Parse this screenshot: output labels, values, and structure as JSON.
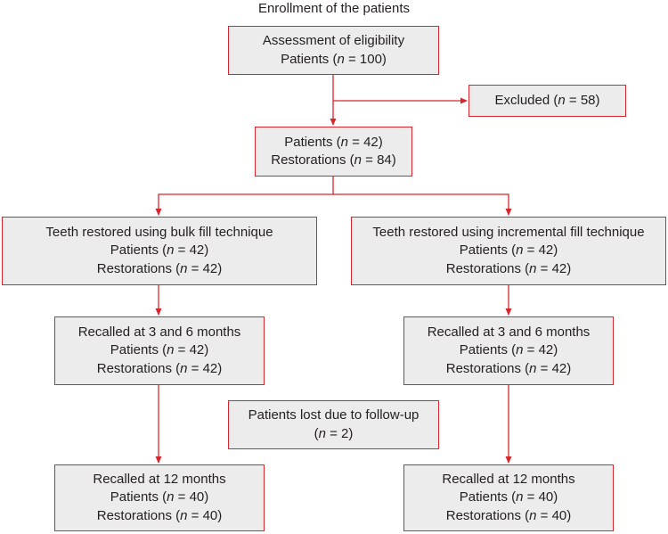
{
  "title": "Enrollment of the patients",
  "boxes": {
    "eligibility": {
      "line1": "Assessment of eligibility",
      "line2": {
        "pre": "Patients (",
        "n": "n",
        "post": " = 100)"
      }
    },
    "excluded": {
      "line1": {
        "pre": "Excluded (",
        "n": "n",
        "post": " = 58)"
      }
    },
    "enrolled": {
      "line1": {
        "pre": "Patients (",
        "n": "n",
        "post": " = 42)"
      },
      "line2": {
        "pre": "Restorations (",
        "n": "n",
        "post": " = 84)"
      }
    },
    "bulk": {
      "line1": "Teeth restored using bulk fill technique",
      "line2": {
        "pre": "Patients (",
        "n": "n",
        "post": " = 42)"
      },
      "line3": {
        "pre": "Restorations (",
        "n": "n",
        "post": " = 42)"
      }
    },
    "incremental": {
      "line1": "Teeth restored using incremental fill technique",
      "line2": {
        "pre": "Patients (",
        "n": "n",
        "post": " = 42)"
      },
      "line3": {
        "pre": "Restorations (",
        "n": "n",
        "post": " = 42)"
      }
    },
    "bulk_recall_3_6": {
      "line1": "Recalled at 3 and 6 months",
      "line2": {
        "pre": "Patients (",
        "n": "n",
        "post": " = 42)"
      },
      "line3": {
        "pre": "Restorations (",
        "n": "n",
        "post": " = 42)"
      }
    },
    "incremental_recall_3_6": {
      "line1": "Recalled at 3 and 6 months",
      "line2": {
        "pre": "Patients (",
        "n": "n",
        "post": " = 42)"
      },
      "line3": {
        "pre": "Restorations (",
        "n": "n",
        "post": " = 42)"
      }
    },
    "lost": {
      "line1": "Patients lost due to follow-up",
      "line2": {
        "pre": "(",
        "n": "n",
        "post": " = 2)"
      }
    },
    "bulk_recall_12": {
      "line1": "Recalled at 12 months",
      "line2": {
        "pre": "Patients (",
        "n": "n",
        "post": " = 40)"
      },
      "line3": {
        "pre": "Restorations (",
        "n": "n",
        "post": " = 40)"
      }
    },
    "incremental_recall_12": {
      "line1": "Recalled at 12 months",
      "line2": {
        "pre": "Patients (",
        "n": "n",
        "post": " = 40)"
      },
      "line3": {
        "pre": "Restorations (",
        "n": "n",
        "post": " = 40)"
      }
    }
  },
  "colors": {
    "border": "#d8262c",
    "arrow": "#d8262c",
    "box_fill": "#ececec",
    "text": "#231f20"
  }
}
